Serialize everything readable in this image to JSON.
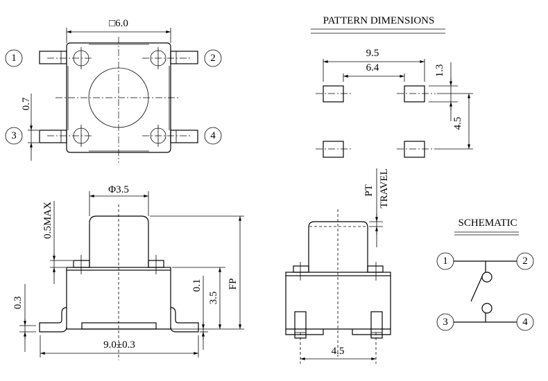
{
  "top_view": {
    "width_dim": "□6.0",
    "pin_pitch_dim": "0.7",
    "pins": [
      "1",
      "2",
      "3",
      "4"
    ]
  },
  "side_view": {
    "plunger_dim": "Φ3.5",
    "overtravel_dim": "0.5MAX",
    "lead_thickness_dim": "0.3",
    "overall_width_dim": "9.0±0.3",
    "standoff_dim": "0.1",
    "body_height_dim": "3.5",
    "total_height_dim": "FP"
  },
  "pattern": {
    "title": "PATTERN DIMENSIONS",
    "outer_dim": "9.5",
    "inner_dim": "6.4",
    "pad_dim": "1.3",
    "pitch_dim": "4.5"
  },
  "front_view": {
    "pt_label": "PT",
    "travel_label": "TRAVEL",
    "pitch_dim": "4.5"
  },
  "schematic": {
    "title": "SCHEMATIC",
    "pins": [
      "1",
      "2",
      "3",
      "4"
    ]
  }
}
